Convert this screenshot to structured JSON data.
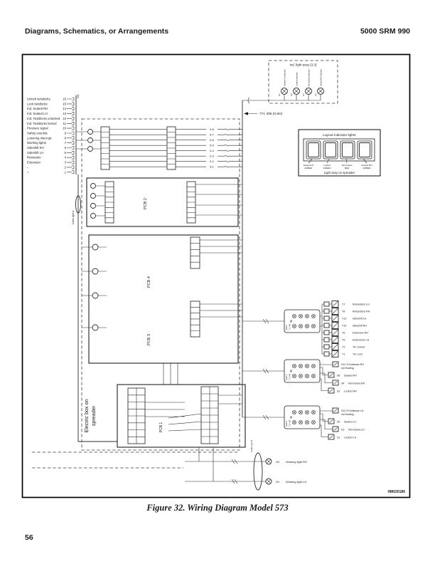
{
  "colors": {
    "ink": "#1a1a1a",
    "paper": "#ffffff"
  },
  "page": {
    "header_left": "Diagrams, Schematics, or Arrangements",
    "header_right": "5000 SRM 990",
    "caption": "Figure 32. Wiring Diagram Model 573",
    "page_number": "56"
  },
  "diagram": {
    "code": "HM020186",
    "unit_label": "U1",
    "cable_a": "Cable type A",
    "cable_b": "Cable type B",
    "cable_assy_label": "771 306 (0,9m)",
    "electric_box_line1": "Electric box on",
    "electric_box_line2": "spreader",
    "pcb1": "PCB 1",
    "pcb2": "PCB 2",
    "pcb3": "PCB 3",
    "pcb4": "PCB 4",
    "u1_pins": [
      {
        "n": "16",
        "label": "Unlock twistlocks"
      },
      {
        "n": "15",
        "label": "Lock twistlocks"
      },
      {
        "n": "14",
        "label": "Ind. Seated RH"
      },
      {
        "n": "13",
        "label": "Ind. Seated LH"
      },
      {
        "n": "12",
        "label": "Ind. Twistlocks unlocked"
      },
      {
        "n": "11",
        "label": "Ind. Twistlocks locked"
      },
      {
        "n": "10",
        "label": "Pressure signal"
      },
      {
        "n": "9",
        "label": "Safety override"
      },
      {
        "n": "8",
        "label": "Lowering interrupt"
      },
      {
        "n": "7",
        "label": "Working lights"
      },
      {
        "n": "6",
        "label": "Sideshift RH"
      },
      {
        "n": "5",
        "label": "Sideshift LH"
      },
      {
        "n": "4",
        "label": "Retraction"
      },
      {
        "n": "3",
        "label": "Extension"
      },
      {
        "n": "2",
        "label": "−"
      },
      {
        "n": "1",
        "label": "+"
      }
    ],
    "wire_numbers": [
      "5-8",
      "5-7",
      "5-6",
      "5-5",
      "5-4",
      "5-3",
      "5-2",
      "5-1"
    ],
    "ind_light_assy": {
      "title": "Ind. light assy (3.3)",
      "lamps": [
        {
          "id": "H1",
          "desc": "Seated LH indicator"
        },
        {
          "id": "H2",
          "desc": "Locked indicator"
        },
        {
          "id": "H3",
          "desc": "Not locked indicator"
        },
        {
          "id": "H4",
          "desc": "Seated RH indicator"
        }
      ]
    },
    "layout_lights": {
      "title": "Layout indicator lights",
      "items": [
        {
          "name": "Seated LH",
          "color": "AMBER"
        },
        {
          "name": "Locked",
          "color": "GREEN"
        },
        {
          "name": "Not locked",
          "color": "RED"
        },
        {
          "name": "Seated RH",
          "color": "AMBER"
        }
      ],
      "footer": "Light assy on spreader"
    },
    "valves": [
      {
        "id": "Y7",
        "name": "Retractions LH"
      },
      {
        "id": "Y8",
        "name": "Retractions RH"
      },
      {
        "id": "Y13",
        "name": "Sideshift LH"
      },
      {
        "id": "Y14",
        "name": "Sideshift RH"
      },
      {
        "id": "Y6",
        "name": "Extension RH"
      },
      {
        "id": "Y5",
        "name": "Extensions LH"
      },
      {
        "id": "Y2",
        "name": "Tw. Unlock"
      },
      {
        "id": "Y1",
        "name": "Tw. Lock"
      }
    ],
    "blocks": {
      "valve": {
        "l1": "Skaft 5",
        "l2": "771 042"
      },
      "rh": {
        "l1": "Skaft 4",
        "l2": "771 042"
      },
      "lh": {
        "l1": "Skaft 3",
        "l2": "771 042"
      }
    },
    "sensors_rh": {
      "first": {
        "line1": "S12 4 Endbeam RH",
        "line2": "not floating"
      },
      "items": [
        {
          "id": "S6",
          "name": "Seated RH"
        },
        {
          "id": "S4",
          "name": "Not locked RH"
        },
        {
          "id": "S2",
          "name": "Locked RH"
        }
      ]
    },
    "sensors_lh": {
      "first": {
        "line1": "S12 5 Endbeam LH",
        "line2": "not floating"
      },
      "items": [
        {
          "id": "S5",
          "name": "Seated LH"
        },
        {
          "id": "S3",
          "name": "Not locked LH"
        },
        {
          "id": "S1",
          "name": "Locked LH"
        }
      ]
    },
    "working_lights": [
      {
        "id": "H2",
        "name": "Working light RH"
      },
      {
        "id": "H1",
        "name": "Working light LH"
      }
    ]
  }
}
